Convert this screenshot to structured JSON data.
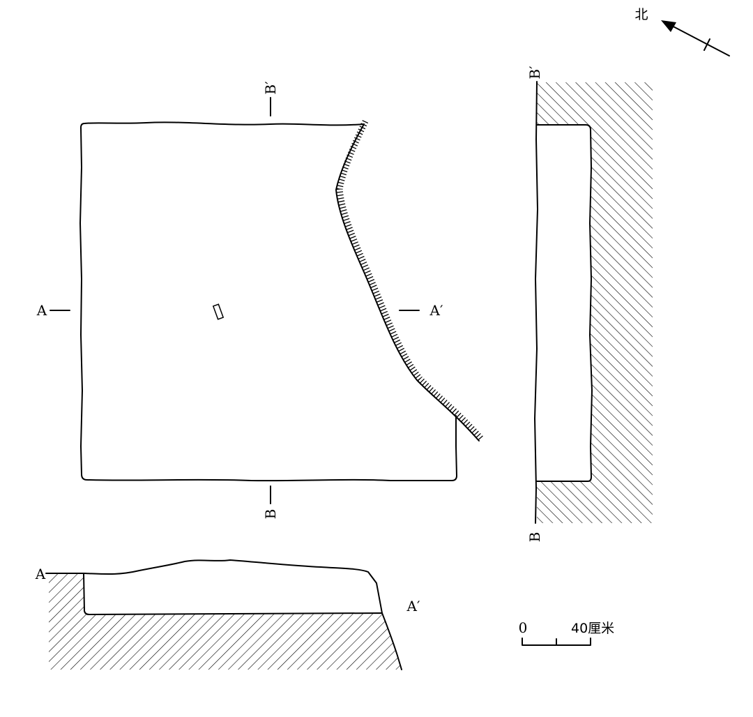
{
  "north_arrow": {
    "label": "北"
  },
  "plan": {
    "section_a_start": "A",
    "section_a_end": "A′",
    "section_b_start": "B",
    "section_b_end": "B′"
  },
  "section_aa": {
    "start_label": "A",
    "end_label": "A′"
  },
  "section_bb": {
    "start_label": "B",
    "end_label": "B′"
  },
  "scale_bar": {
    "zero_label": "0",
    "value_label": "40厘米"
  }
}
